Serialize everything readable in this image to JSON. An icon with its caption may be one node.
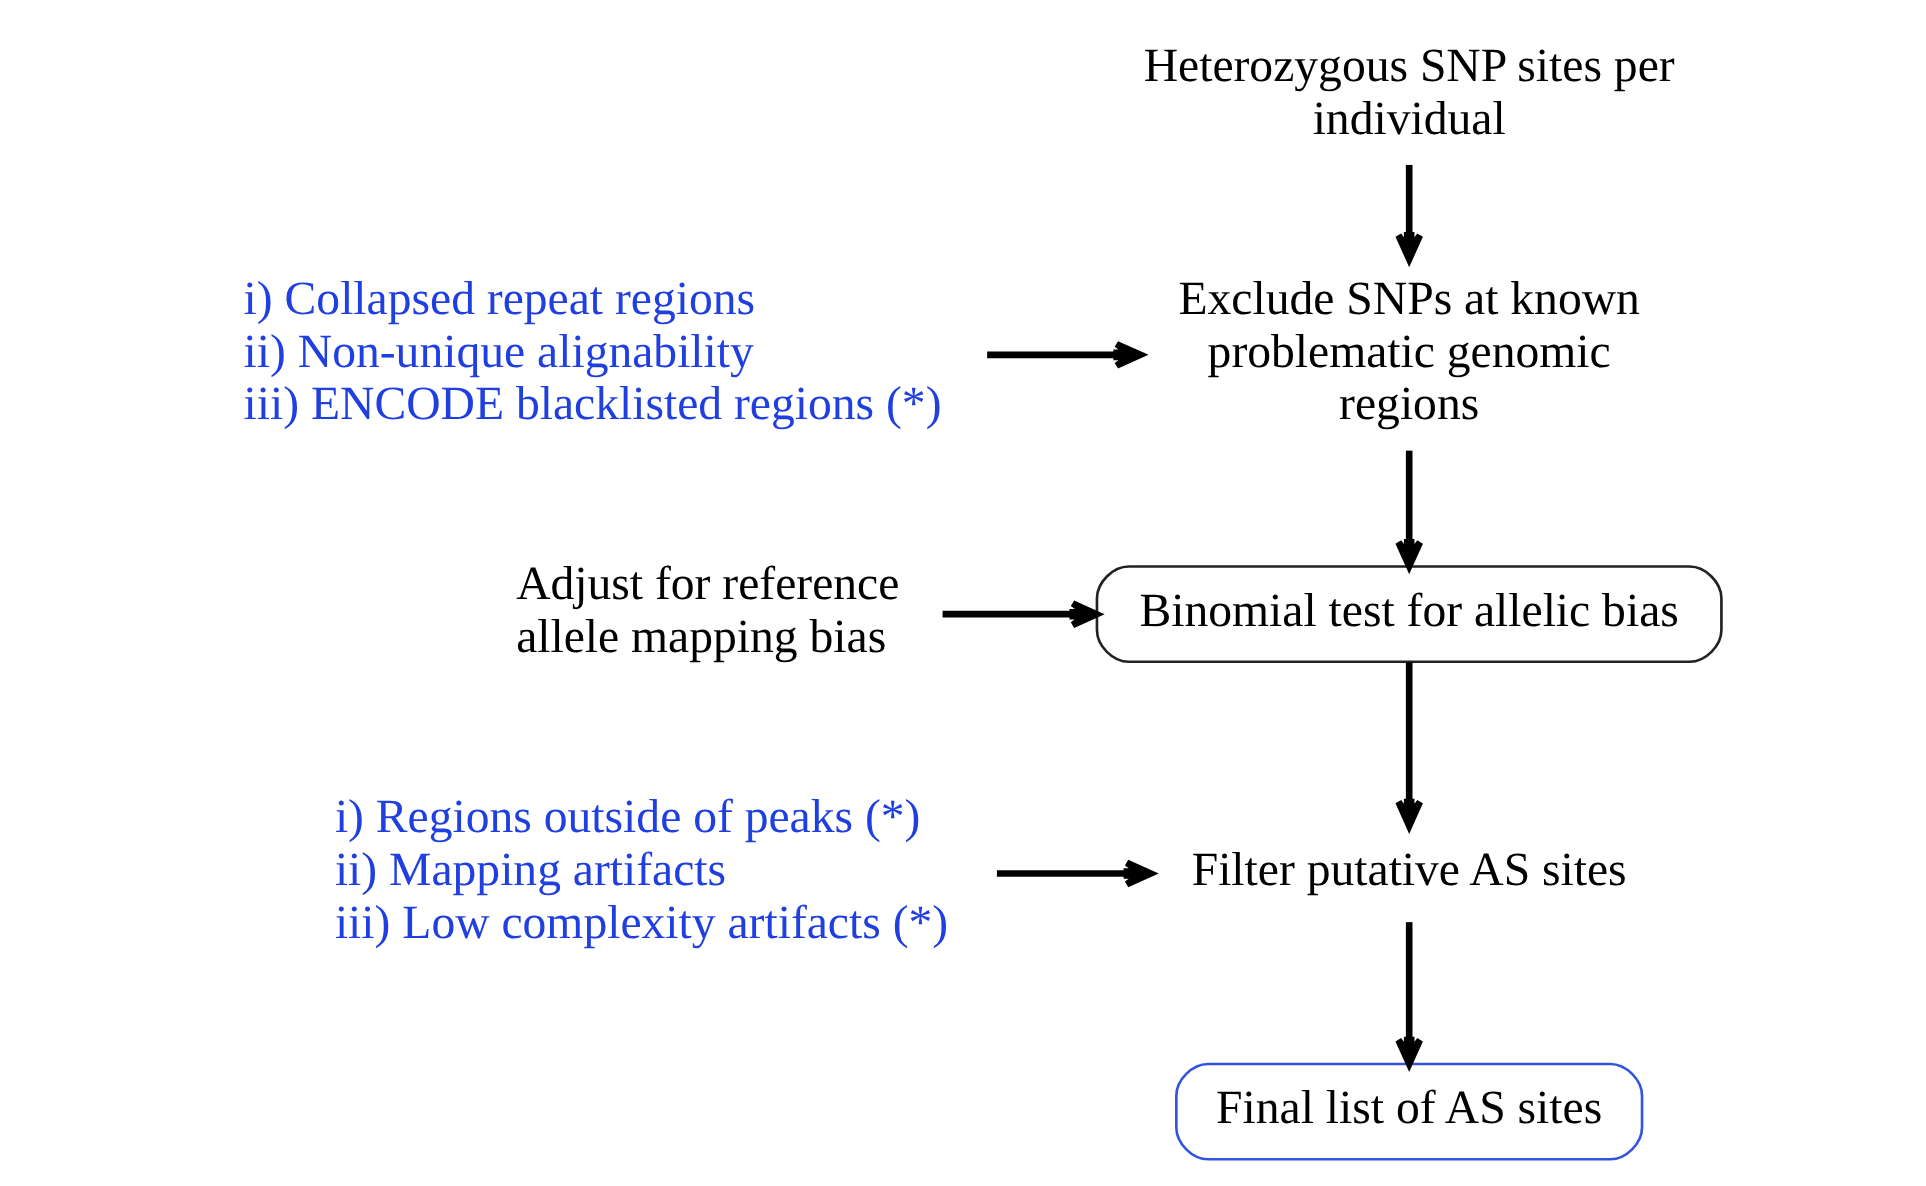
{
  "diagram": {
    "nodes": [
      {
        "text": [
          "Heterozygous SNP sites per individual"
        ]
      },
      {
        "text": [
          "Exclude SNPs at known problematic genomic regions"
        ]
      },
      {
        "text": [
          "i) Collapsed repeat regions",
          "ii) Non-unique alignability",
          "iii) ENCODE blacklisted regions (*)"
        ]
      },
      {
        "text": [
          "Binomial test for allelic bias"
        ]
      },
      {
        "text": [
          "Adjust for reference allele mapping bias"
        ]
      },
      {
        "text": [
          "Filter putative AS sites"
        ]
      },
      {
        "text": [
          "i) Regions outside of peaks (*)",
          "ii) Mapping artifacts",
          "iii) Low complexity artifacts (*)"
        ]
      },
      {
        "text": [
          "Final list of AS sites"
        ]
      }
    ],
    "edges": [
      {
        "from": 0,
        "to": 1,
        "arrow": "to"
      },
      {
        "from": 2,
        "to": 1,
        "arrow": "to"
      },
      {
        "from": 1,
        "to": 3,
        "arrow": "to"
      },
      {
        "from": 4,
        "to": 3,
        "arrow": "to"
      },
      {
        "from": 3,
        "to": 5,
        "arrow": "to"
      },
      {
        "from": 6,
        "to": 5,
        "arrow": "to"
      },
      {
        "from": 5,
        "to": 7,
        "arrow": "to"
      }
    ]
  }
}
